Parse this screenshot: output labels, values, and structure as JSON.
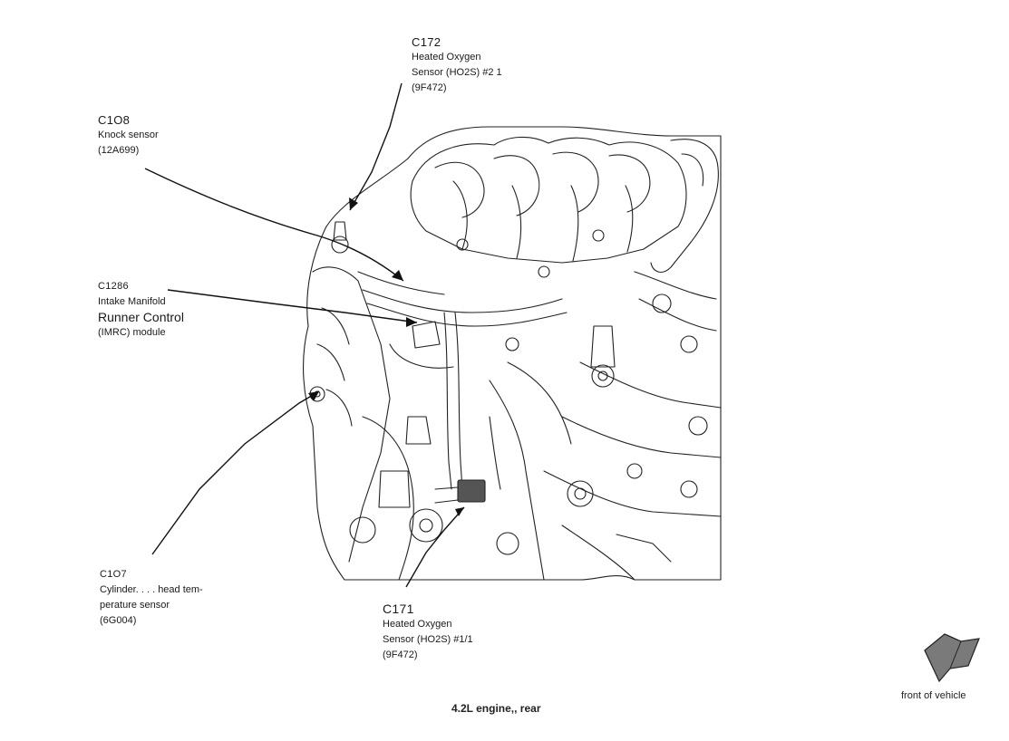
{
  "callouts": {
    "c172": {
      "code": "C172",
      "lines": [
        "Heated Oxygen",
        "Sensor (HO2S) #2 1",
        "(9F472)"
      ]
    },
    "c108": {
      "code": "C1O8",
      "lines": [
        "Knock sensor",
        "(12A699)"
      ]
    },
    "c1286": {
      "code": "C1286",
      "lines": [
        "Intake Manifold",
        "Runner Control",
        "(IMRC) module"
      ]
    },
    "c107": {
      "code": "C1O7",
      "lines": [
        "Cylinder. . . . head tem-",
        "perature sensor",
        "(6G004)"
      ]
    },
    "c171": {
      "code": "C171",
      "lines": [
        "Heated Oxygen",
        "Sensor (HO2S) #1/1",
        "(9F472)"
      ]
    }
  },
  "caption": "4.2L engine,, rear",
  "orientation": {
    "label": "front of vehicle",
    "icon": "direction-arrow-icon"
  }
}
